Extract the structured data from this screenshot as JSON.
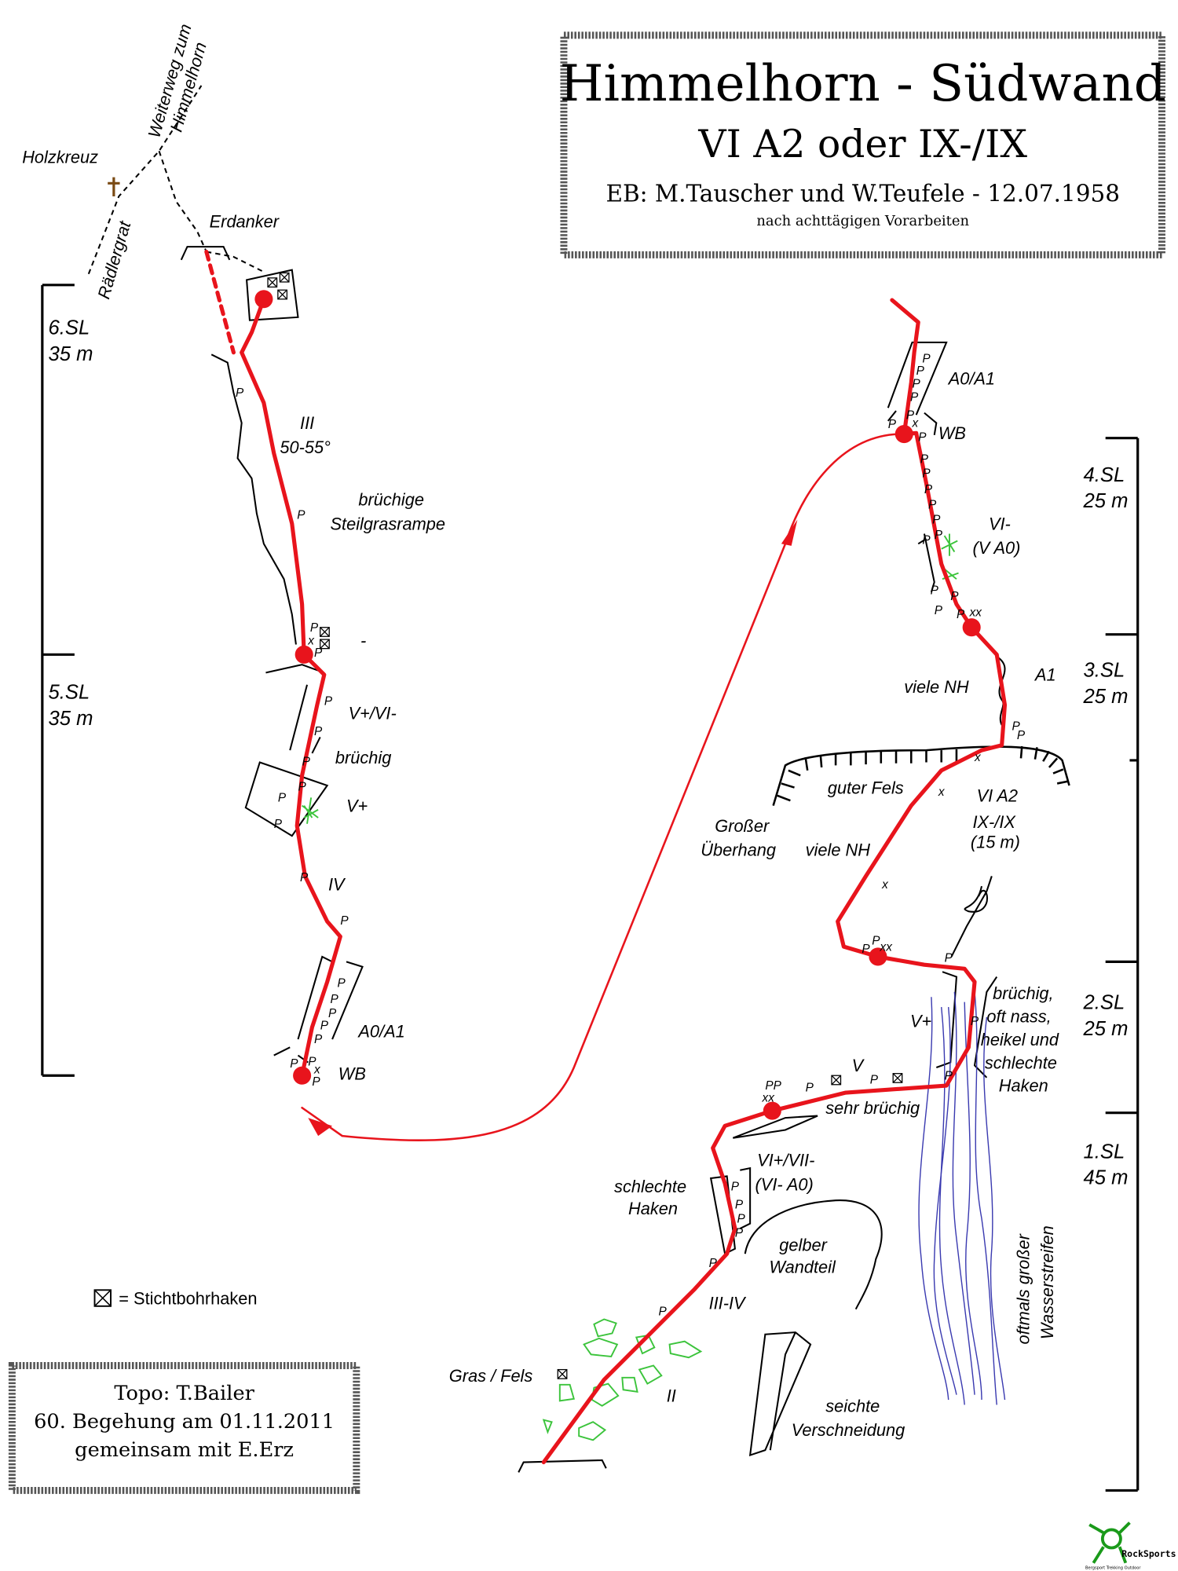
{
  "title": {
    "main": "Himmelhorn - Südwand",
    "grade": "VI A2 oder IX-/IX",
    "first_ascent": "EB: M.Tauscher und W.Teufele - 12.07.1958",
    "note": "nach achttägigen Vorarbeiten"
  },
  "credits": {
    "line1": "Topo: T.Bailer",
    "line2": "60. Begehung am 01.11.2011",
    "line3": "gemeinsam mit E.Erz"
  },
  "legend": {
    "symbol": "⊠",
    "text": "= Stichtbohrhaken"
  },
  "logo": {
    "name": "RockSports",
    "tagline": "Bergsport  Trekking  Outdoor"
  },
  "pitches_left": [
    {
      "name": "6.SL",
      "length": "35 m"
    },
    {
      "name": "5.SL",
      "length": "35 m"
    }
  ],
  "pitches_right": [
    {
      "name": "4.SL",
      "length": "25 m"
    },
    {
      "name": "3.SL",
      "length": "25 m"
    },
    {
      "name": "2.SL",
      "length": "25 m"
    },
    {
      "name": "1.SL",
      "length": "45 m"
    }
  ],
  "labels": {
    "holzkreuz": "Holzkreuz",
    "weiterweg1": "Weiterweg zum",
    "weiterweg2": "Himmelhorn",
    "raedlergrat": "Rädlergrat",
    "erdanker": "Erdanker",
    "iii": "III",
    "angle": "50-55°",
    "bruechige": "brüchige",
    "steilgras": "Steilgrasrampe",
    "dash": "-",
    "v_plus_vi": "V+/VI-",
    "bruechig": "brüchig",
    "v_plus_l": "V+",
    "iv": "IV",
    "a0a1_l": "A0/A1",
    "wb_l": "WB",
    "a0a1_r": "A0/A1",
    "wb_r": "WB",
    "vi_minus": "VI-",
    "v_a0": "(V A0)",
    "a1": "A1",
    "viele_nh1": "viele NH",
    "guter_fels": "guter Fels",
    "grosser": "Großer",
    "ueberhang": "Überhang",
    "viele_nh2": "viele NH",
    "vi_a2": "VI A2",
    "ix": "IX-/IX",
    "m15": "(15 m)",
    "v_plus_r": "V+",
    "b1": "brüchig,",
    "b2": "oft nass,",
    "b3": "heikel und",
    "b4": "schlechte",
    "b5": "Haken",
    "v": "V",
    "sehr_bruechig": "sehr brüchig",
    "vi_vii": "VI+/VII-",
    "vi_a0": "(VI- A0)",
    "schlechte": "schlechte",
    "haken": "Haken",
    "gelber": "gelber",
    "wandteil": "Wandteil",
    "iii_iv": "III-IV",
    "gras": "Gras / Fels",
    "ii": "II",
    "seichte": "seichte",
    "verschneidung": "Verschneidung",
    "wasser1": "oftmals großer",
    "wasser2": "Wasserstreifen"
  },
  "marks": {
    "piton": "P",
    "nut": "x",
    "nuts": "xx",
    "pitons": "PP"
  },
  "colors": {
    "route": "#e8141c",
    "vegetation": "#3cc43c",
    "water": "#3a3ab0"
  }
}
